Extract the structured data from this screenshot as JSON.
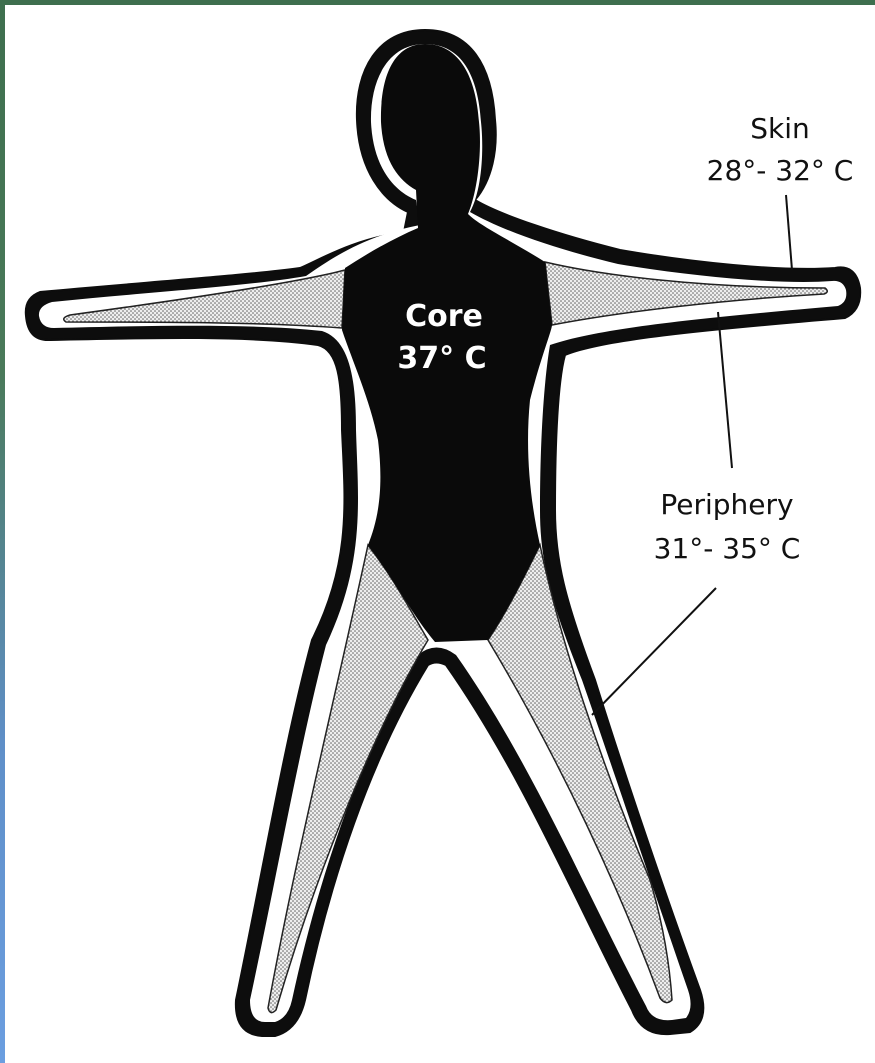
{
  "diagram": {
    "core": {
      "name": "Core",
      "temp": "37° C",
      "color": "#0a0a0a"
    },
    "periphery": {
      "name": "Periphery",
      "temp": "31°- 35° C",
      "color": "#d9d9d9"
    },
    "skin": {
      "name": "Skin",
      "temp": "28°- 32° C",
      "color": "#ffffff"
    }
  }
}
